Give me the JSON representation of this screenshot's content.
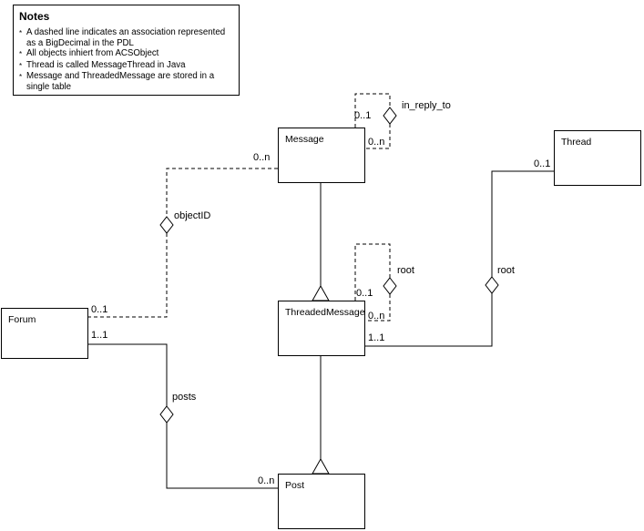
{
  "notes": {
    "title": "Notes",
    "bullet_marker": "*",
    "bullets": [
      "A dashed line indicates an association represented as a BigDecimal in the PDL",
      "All objects inhiert from ACSObject",
      "Thread is called MessageThread in Java",
      "Message and ThreadedMessage are stored in a single table"
    ]
  },
  "classes": {
    "message": "Message",
    "thread": "Thread",
    "forum": "Forum",
    "threaded_message": "ThreadedMessage",
    "post": "Post"
  },
  "associations": {
    "in_reply_to": "in_reply_to",
    "object_id": "objectID",
    "root_self": "root",
    "root_thread": "root",
    "posts": "posts"
  },
  "multiplicities": {
    "message_loop_source": "0..1",
    "message_loop_target": "0..n",
    "message_object_id": "0..n",
    "thread_root": "0..1",
    "forum_object_id": "0..1",
    "forum_posts": "1..1",
    "tm_loop_source": "0..1",
    "tm_loop_target": "0..n",
    "tm_root": "1..1",
    "post_posts": "0..n"
  }
}
